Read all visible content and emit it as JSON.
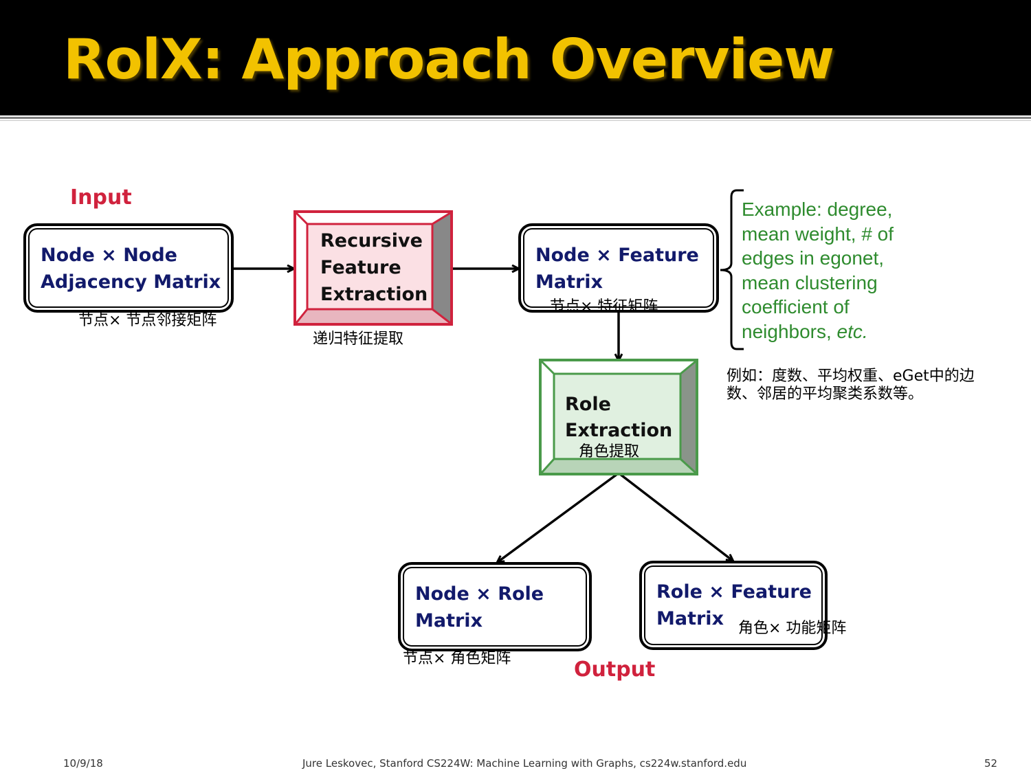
{
  "slide": {
    "title": "RolX: Approach Overview"
  },
  "labels": {
    "input": "Input",
    "output": "Output"
  },
  "boxes": {
    "adjacency": {
      "line1": "Node × Node",
      "line2": "Adjacency Matrix",
      "cn": "节点× 节点邻接矩阵"
    },
    "recursive": {
      "line1": "Recursive",
      "line2": "Feature",
      "line3": "Extraction",
      "cn": "递归特征提取"
    },
    "node_feature": {
      "line1": "Node × Feature",
      "line2": "Matrix",
      "cn": "节点× 特征矩阵"
    },
    "role_extraction": {
      "line1": "Role",
      "line2": "Extraction",
      "cn": "角色提取"
    },
    "node_role": {
      "line1": "Node × Role",
      "line2": "Matrix",
      "cn": "节点× 角色矩阵"
    },
    "role_feature": {
      "line1": "Role × Feature",
      "line2": "Matrix",
      "cn": "角色× 功能矩阵"
    }
  },
  "example": {
    "line1": "Example: degree,",
    "line2": "mean weight, # of",
    "line3": "edges in egonet,",
    "line4": "mean clustering",
    "line5": "coefficient of",
    "line6_prefix": "neighbors, ",
    "line6_italic": "etc.",
    "cn_line1": "例如：度数、平均权重、eGet中的边",
    "cn_line2": "数、邻居的平均聚类系数等。"
  },
  "footer": {
    "date": "10/9/18",
    "credit": "Jure Leskovec, Stanford CS224W: Machine Learning with Graphs, cs224w.stanford.edu",
    "page": "52"
  },
  "colors": {
    "title": "#f2c200",
    "header_bg": "#000000",
    "box_text": "#121a6b",
    "accent_red": "#d0223d",
    "recursive_fill": "#fbe0e4",
    "role_fill": "#e0f0e0",
    "role_border": "#4a9a4a",
    "example_green": "#2e8b2e"
  }
}
